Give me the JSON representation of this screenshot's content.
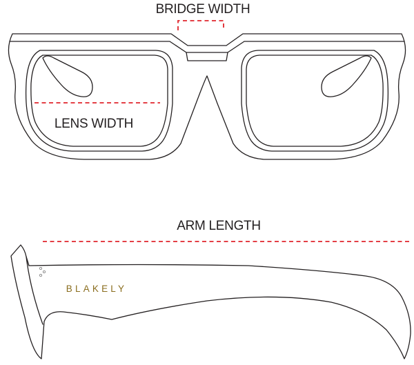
{
  "labels": {
    "bridge_width": "BRIDGE WIDTH",
    "lens_width": "LENS WIDTH",
    "arm_length": "ARM LENGTH"
  },
  "brand": {
    "name": "BLAKELY",
    "color": "#8a6d1e"
  },
  "colors": {
    "outline": "#231f20",
    "measure_line": "#e0242b",
    "background": "#ffffff"
  }
}
